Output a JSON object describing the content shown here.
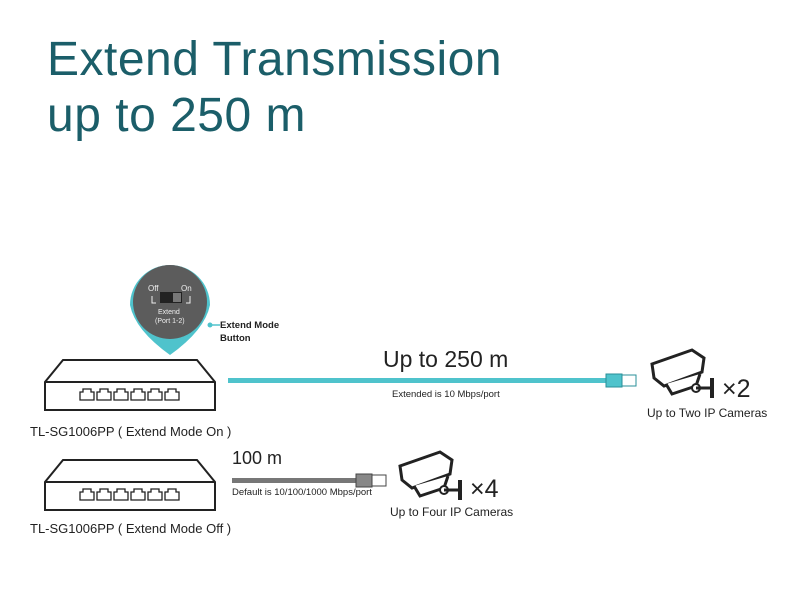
{
  "title": {
    "line1": "Extend Transmission",
    "line2": "up to 250 m"
  },
  "callout": {
    "off": "Off",
    "on": "On",
    "switch_label": "Extend",
    "ports": "(Port 1-2)",
    "button_label_1": "Extend Mode",
    "button_label_2": "Button"
  },
  "extend_on": {
    "distance": "Up to 250 m",
    "speed": "Extended is 10 Mbps/port",
    "multiplier": "×2",
    "cameras": "Up to Two IP Cameras",
    "device": "TL-SG1006PP ( Extend Mode On )"
  },
  "extend_off": {
    "distance": "100 m",
    "speed": "Default is 10/100/1000 Mbps/port",
    "multiplier": "×4",
    "cameras": "Up to Four IP Cameras",
    "device": "TL-SG1006PP ( Extend Mode Off )"
  },
  "colors": {
    "title": "#1b5e69",
    "cable_extended": "#4fc3cc",
    "cable_default": "#777777",
    "callout": "#5c5c5c"
  }
}
